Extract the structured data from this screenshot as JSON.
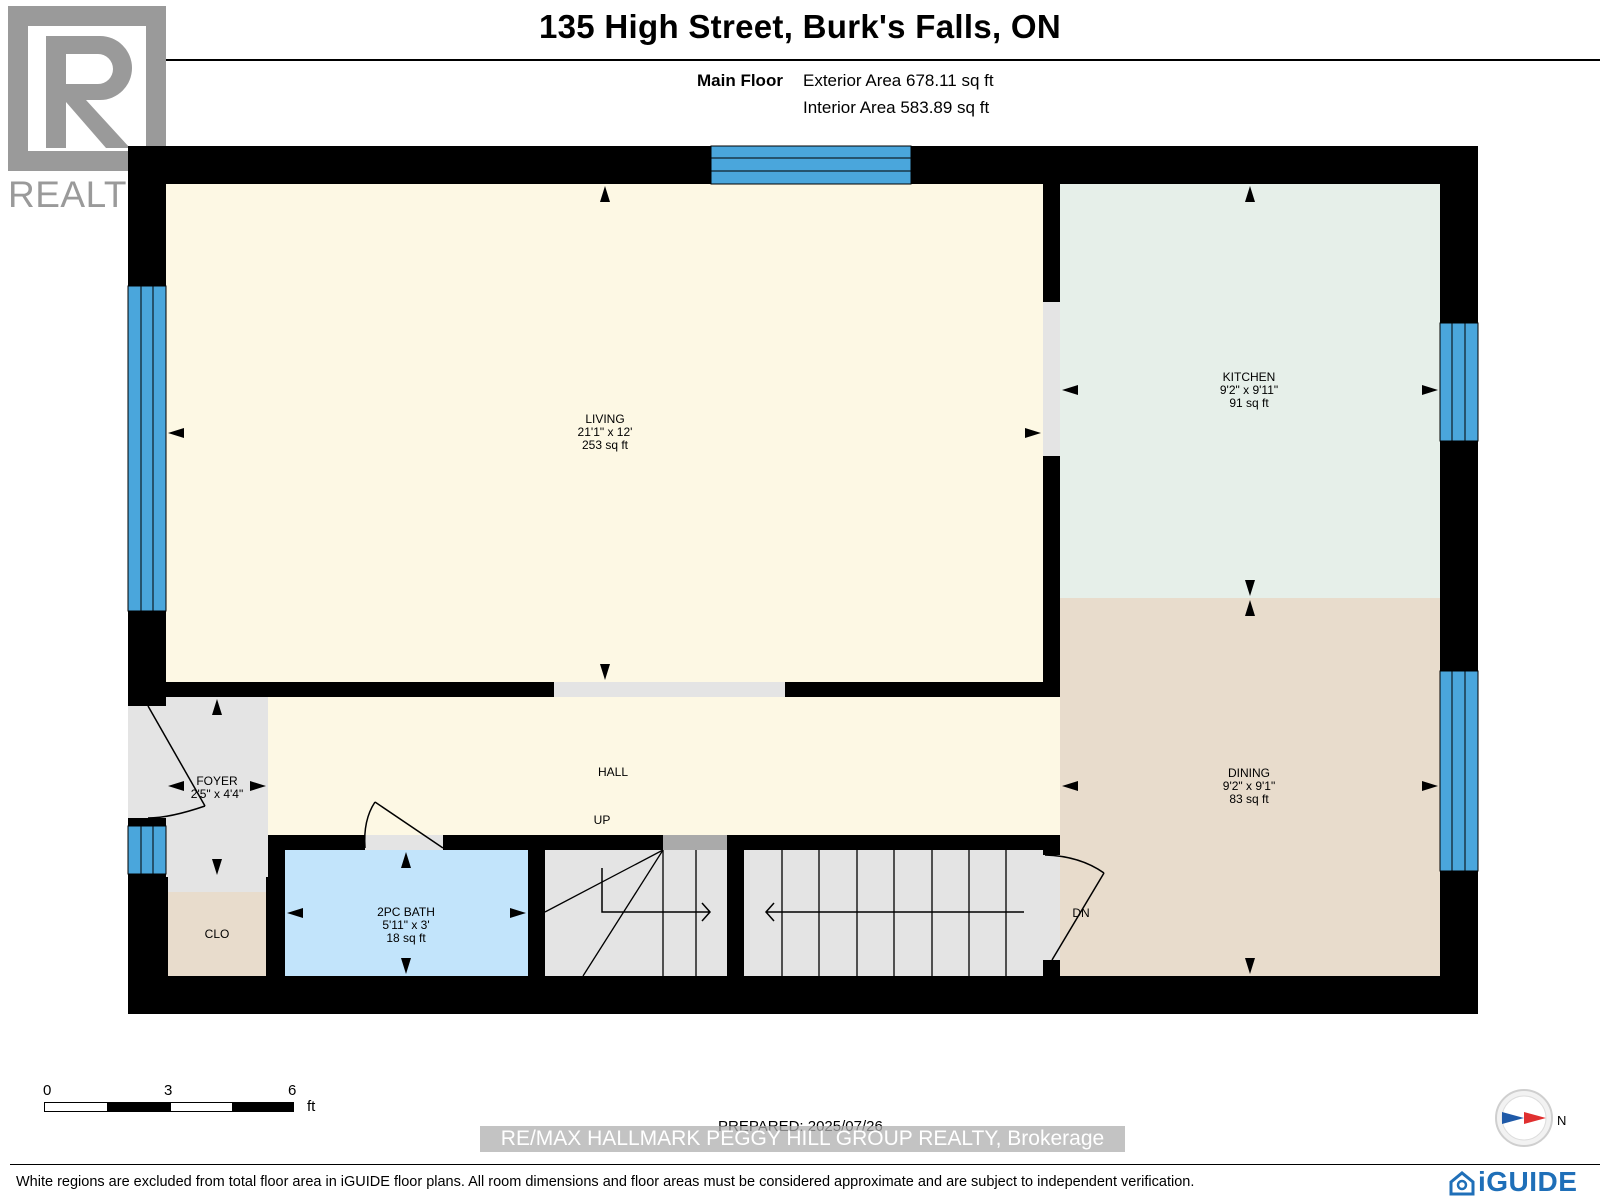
{
  "title": "135 High Street, Burk's Falls, ON",
  "logo_text": "REALTOR",
  "floor": {
    "name": "Main Floor",
    "exterior_area": "Exterior Area 678.11 sq ft",
    "interior_area": "Interior Area 583.89 sq ft"
  },
  "rooms": {
    "living": {
      "name": "LIVING",
      "dims": "21'1\" x 12'",
      "area": "253 sq ft"
    },
    "kitchen": {
      "name": "KITCHEN",
      "dims": "9'2\" x 9'11\"",
      "area": "91 sq ft"
    },
    "dining": {
      "name": "DINING",
      "dims": "9'2\" x 9'1\"",
      "area": "83 sq ft"
    },
    "foyer": {
      "name": "FOYER",
      "dims": "2'5\" x 4'4\""
    },
    "bath": {
      "name": "2PC BATH",
      "dims": "5'11\" x 3'",
      "area": "18 sq ft"
    },
    "hall": {
      "name": "HALL"
    },
    "closet": {
      "name": "CLO"
    }
  },
  "stairs": {
    "up_label": "UP",
    "down_label": "DN"
  },
  "scale": {
    "ticks": [
      "0",
      "3",
      "6"
    ],
    "unit": "ft"
  },
  "prepared": "PREPARED: 2025/07/26",
  "watermark": "RE/MAX HALLMARK PEGGY HILL GROUP REALTY, Brokerage",
  "compass_label": "N",
  "disclaimer": "White regions are excluded from total floor area in iGUIDE floor plans. All room dimensions and floor areas must be considered approximate and are subject to independent verification.",
  "brand": "iGUIDE",
  "colors": {
    "living": "#fdf8e4",
    "kitchen": "#e6efe9",
    "dining": "#e8dccc",
    "bath": "#c2e4fb",
    "closet": "#e8dccc",
    "window": "#4aa6dc",
    "wall": "#000000"
  }
}
